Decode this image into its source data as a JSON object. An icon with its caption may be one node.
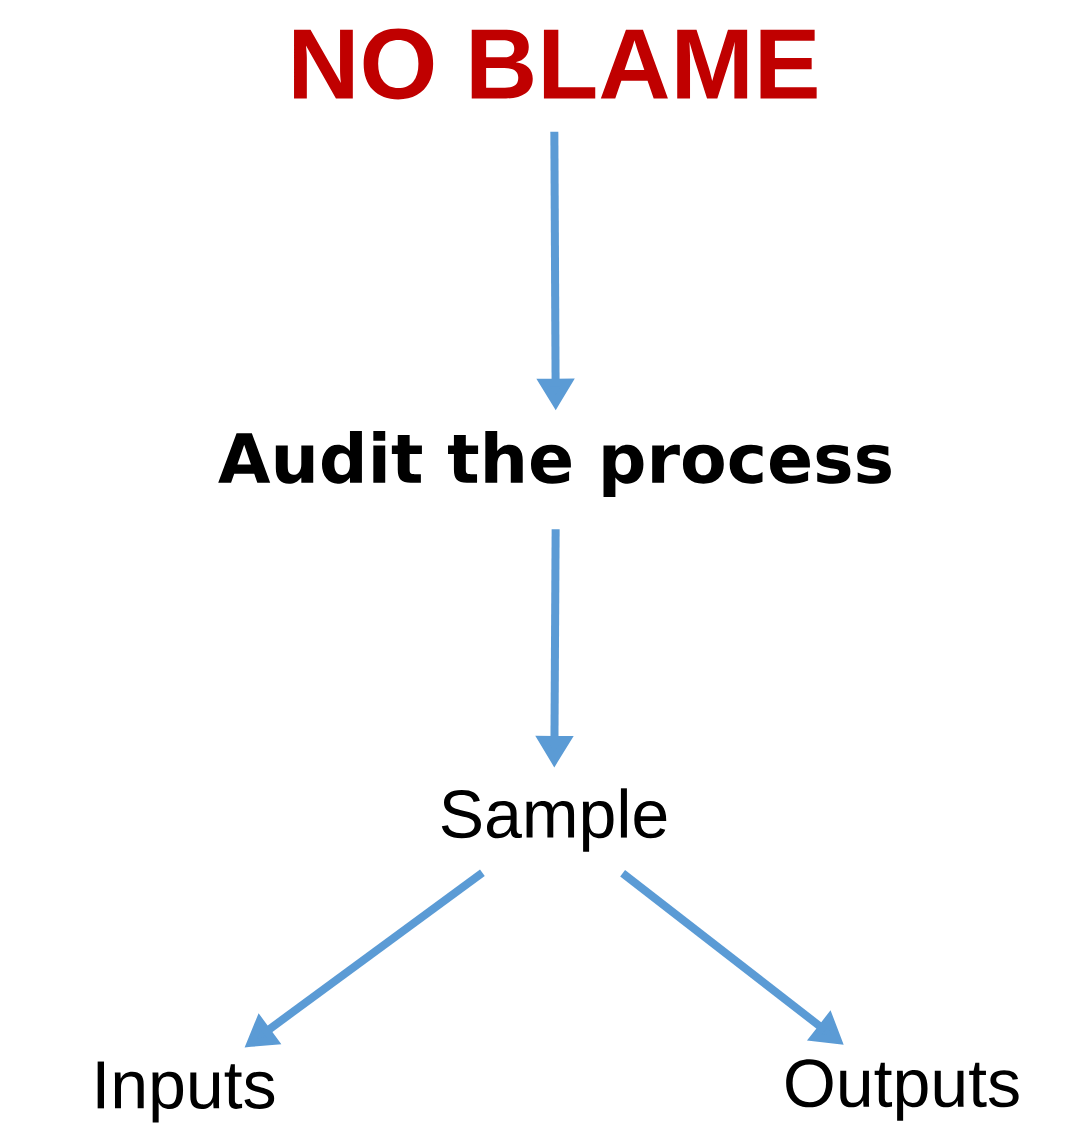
{
  "diagram": {
    "nodes": [
      {
        "text": [
          "NO BLAME"
        ]
      },
      {
        "text": [
          "Audit the process"
        ]
      },
      {
        "text": [
          "Sample"
        ]
      },
      {
        "text": [
          "Inputs"
        ]
      },
      {
        "text": [
          "Outputs"
        ]
      }
    ],
    "edges": [
      {
        "from": 0,
        "to": 1,
        "arrow": "to"
      },
      {
        "from": 1,
        "to": 2,
        "arrow": "to"
      },
      {
        "from": 2,
        "to": 3,
        "arrow": "to"
      },
      {
        "from": 2,
        "to": 4,
        "arrow": "to"
      }
    ]
  }
}
